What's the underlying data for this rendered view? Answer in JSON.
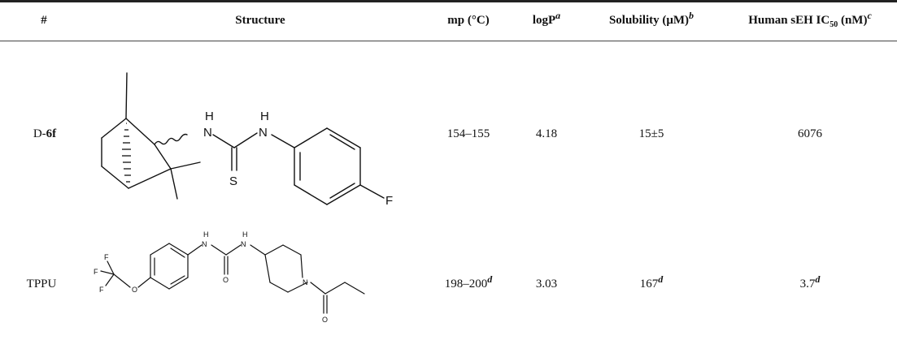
{
  "table": {
    "headers": {
      "index": "#",
      "structure": "Structure",
      "mp": "mp (°C)",
      "logp": "logP",
      "logp_note": "a",
      "solubility": "Solubility (μM)",
      "solubility_note": "b",
      "ic50_prefix": "Human sEH IC",
      "ic50_sub": "50",
      "ic50_suffix": " (nM)",
      "ic50_note": "c"
    },
    "rows": [
      {
        "id_prefix": "D-",
        "id_bold": "6f",
        "mp": "154–155",
        "mp_note": "",
        "logp": "4.18",
        "solubility": "15±5",
        "solubility_note": "",
        "ic50": "6076",
        "ic50_note": "",
        "structure_labels": {
          "nh1": "H",
          "n1": "N",
          "nh2": "H",
          "n2": "N",
          "s": "S",
          "f": "F"
        }
      },
      {
        "id_prefix": "TPPU",
        "id_bold": "",
        "mp": "198–200",
        "mp_note": "d",
        "logp": "3.03",
        "solubility": "167",
        "solubility_note": "d",
        "ic50": "3.7",
        "ic50_note": "d",
        "structure_labels": {
          "f1": "F",
          "f2": "F",
          "f3": "F",
          "o1": "O",
          "nh1": "H",
          "n1": "N",
          "nh2": "H",
          "n2": "N",
          "o2": "O",
          "n3": "N",
          "o3": "O"
        }
      }
    ]
  }
}
